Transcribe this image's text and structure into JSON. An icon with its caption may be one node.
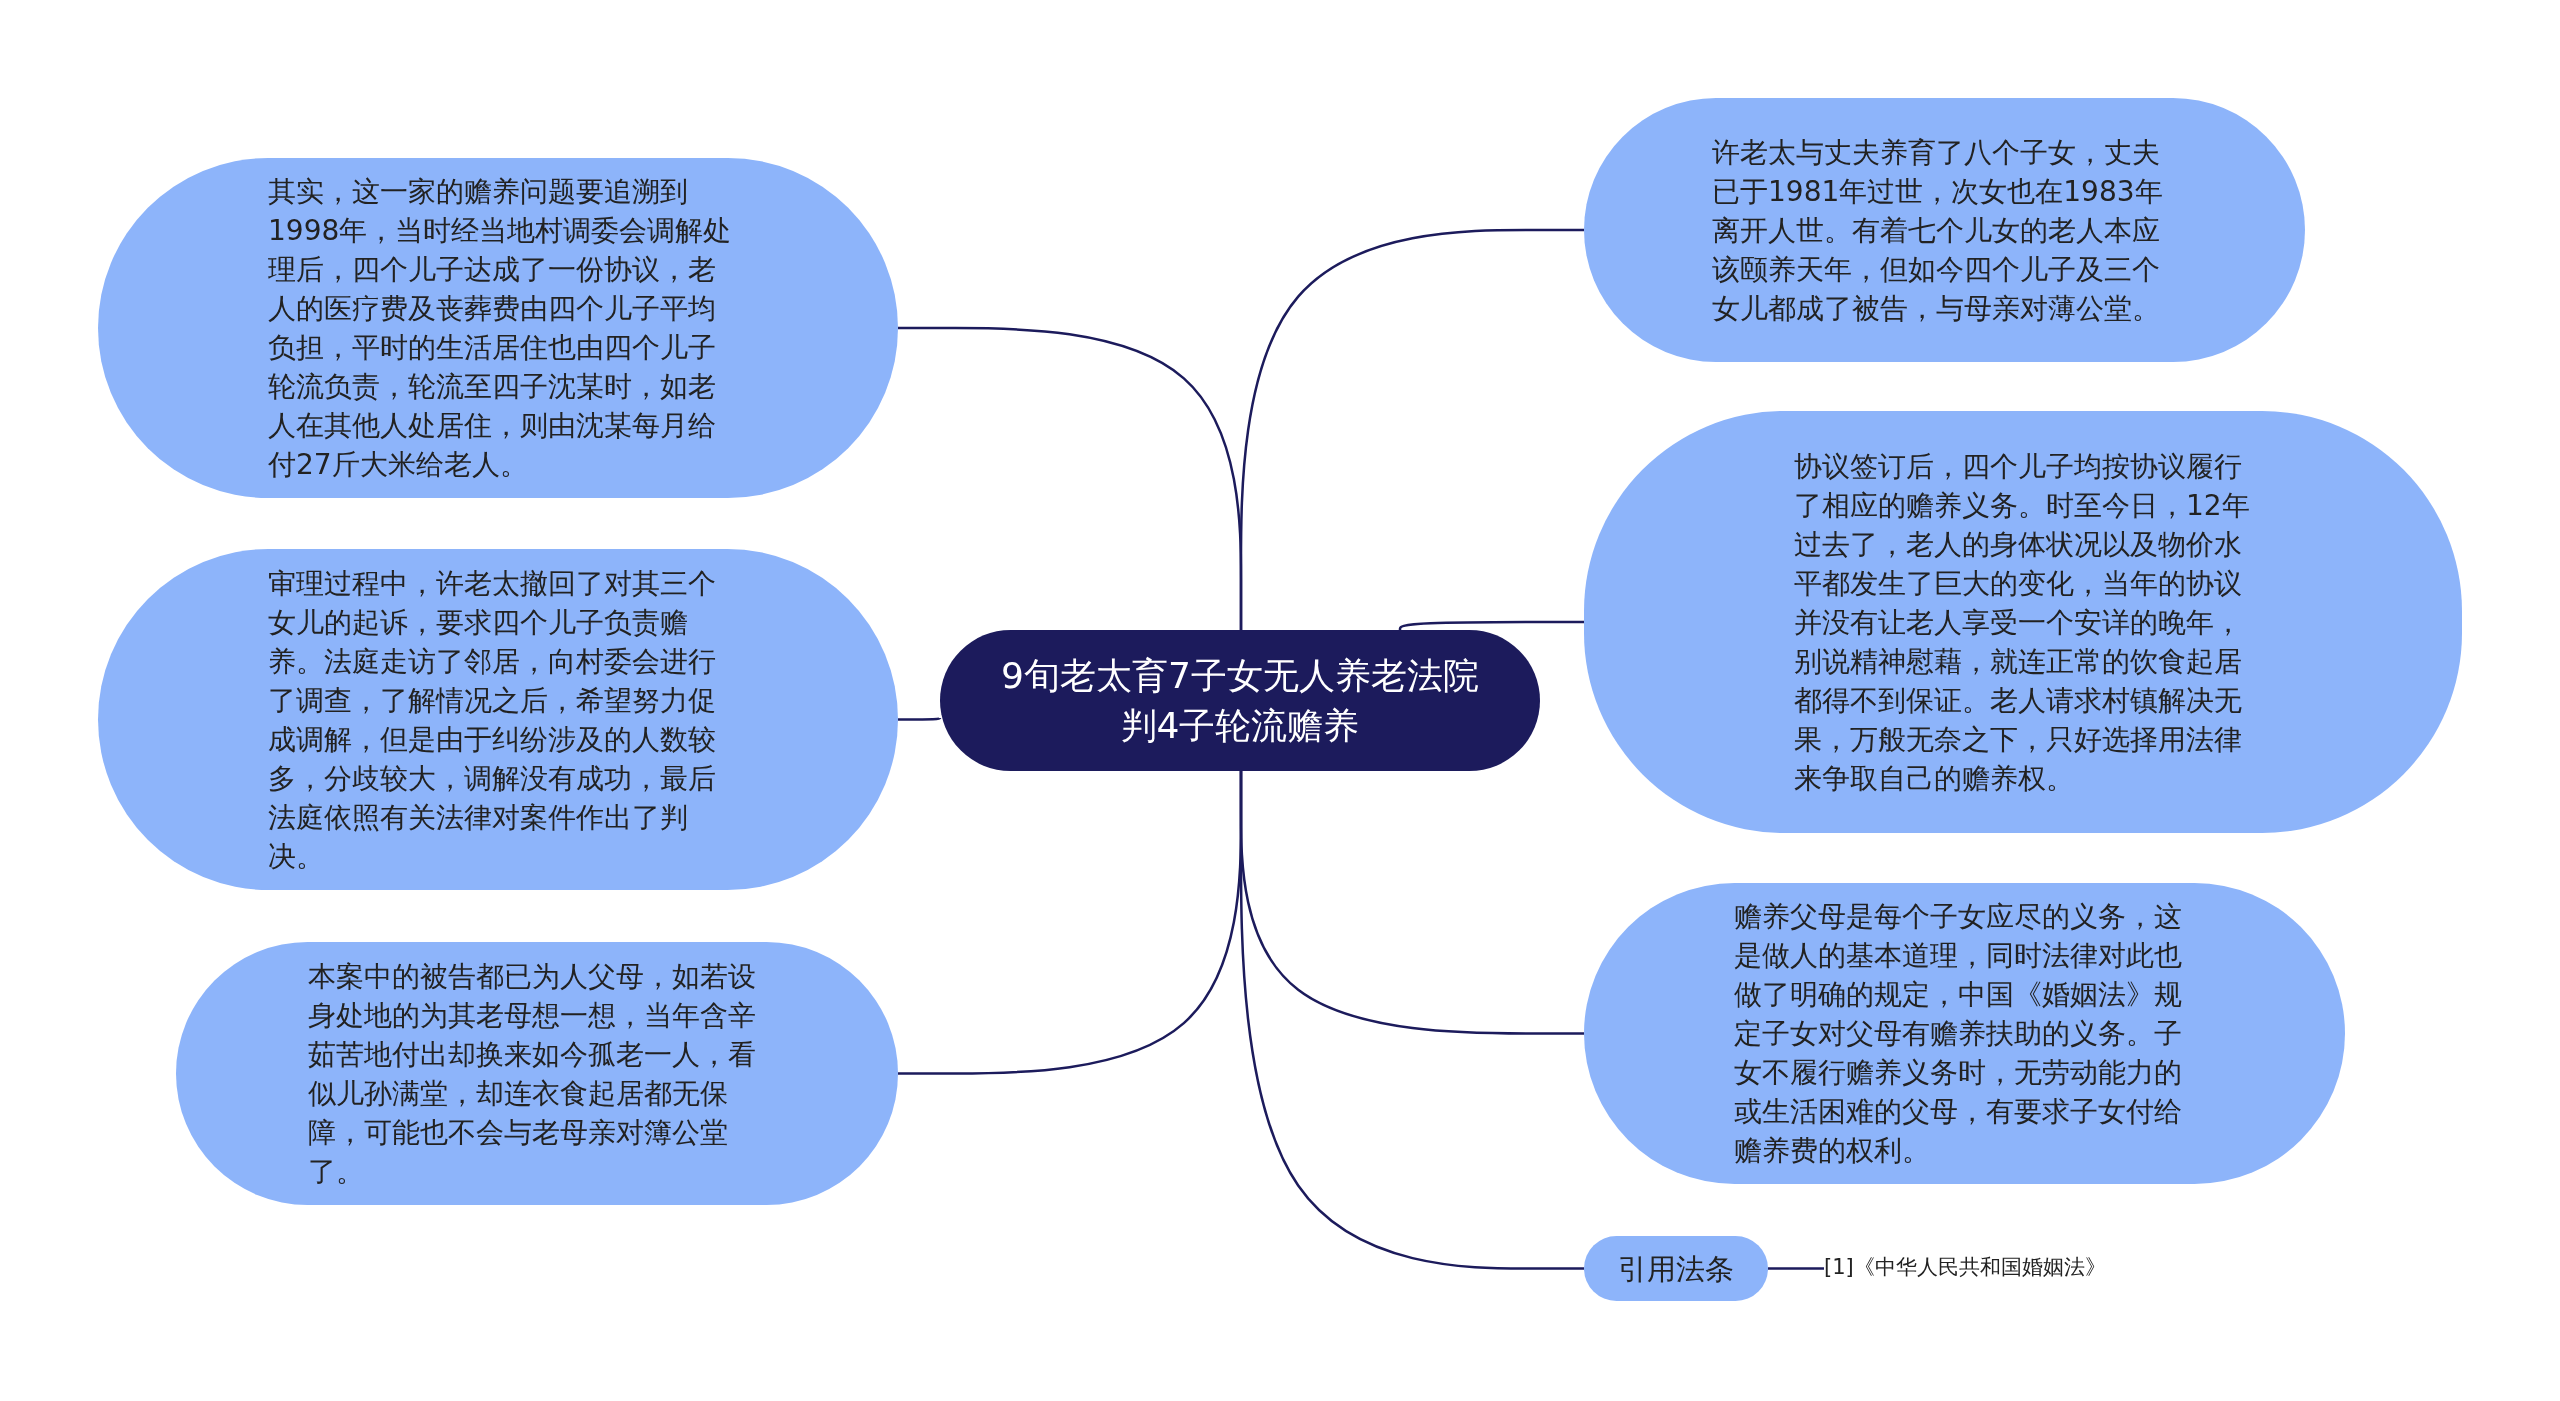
{
  "diagram": {
    "nodes": [
      {
        "text": [
          "9旬老太育7子女无人养老法院判4子轮流赡养"
        ]
      },
      {
        "text": [
          "其实，这一家的赡养问题要追溯到1998年，当时经当地村调委会调解处理后，四个儿子达成了一份协议，老人的医疗费及丧葬费由四个儿子平均负担，平时的生活居住也由四个儿子轮流负责，轮流至四子沈某时，如老人在其他人处居住，则由沈某每月给付27斤大米给老人。"
        ]
      },
      {
        "text": [
          "审理过程中，许老太撤回了对其三个女儿的起诉，要求四个儿子负责赡养。法庭走访了邻居，向村委会进行了调查，了解情况之后，希望努力促成调解，但是由于纠纷涉及的人数较多，分歧较大，调解没有成功，最后法庭依照有关法律对案件作出了判决。"
        ]
      },
      {
        "text": [
          "本案中的被告都已为人父母，如若设身处地的为其老母想一想，当年含辛茹苦地付出却换来如今孤老一人，看似儿孙满堂，却连衣食起居都无保障，可能也不会与老母亲对簿公堂了。"
        ]
      },
      {
        "text": [
          "许老太与丈夫养育了八个子女，丈夫已于1981年过世，次女也在1983年离开人世。有着七个儿女的老人本应该颐养天年，但如今四个儿子及三个女儿都成了被告，与母亲对薄公堂。"
        ]
      },
      {
        "text": [
          "协议签订后，四个儿子均按协议履行了相应的赡养义务。时至今日，12年过去了，老人的身体状况以及物价水平都发生了巨大的变化，当年的协议并没有让老人享受一个安详的晚年，别说精神慰藉，就连正常的饮食起居都得不到保证。老人请求村镇解决无果，万般无奈之下，只好选择用法律来争取自己的赡养权。"
        ]
      },
      {
        "text": [
          "赡养父母是每个子女应尽的义务，这是做人的基本道理，同时法律对此也做了明确的规定，中国《婚姻法》规定子女对父母有赡养扶助的义务。子女不履行赡养义务时，无劳动能力的或生活困难的父母，有要求子女付给赡养费的权利。"
        ]
      },
      {
        "text": [
          "引用法条"
        ]
      },
      {
        "text": [
          "[1]《中华人民共和国婚姻法》"
        ]
      }
    ],
    "edges": [
      {
        "from": 0,
        "to": 1,
        "arrow": "none"
      },
      {
        "from": 0,
        "to": 2,
        "arrow": "none"
      },
      {
        "from": 0,
        "to": 3,
        "arrow": "none"
      },
      {
        "from": 0,
        "to": 4,
        "arrow": "none"
      },
      {
        "from": 0,
        "to": 5,
        "arrow": "none"
      },
      {
        "from": 0,
        "to": 6,
        "arrow": "none"
      },
      {
        "from": 0,
        "to": 7,
        "arrow": "none"
      },
      {
        "from": 7,
        "to": 8,
        "arrow": "none"
      }
    ]
  }
}
